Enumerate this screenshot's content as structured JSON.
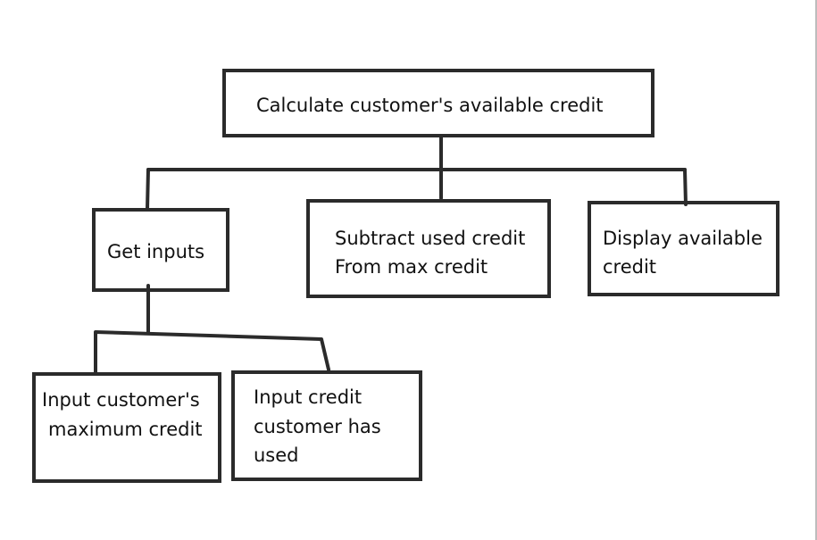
{
  "diagram": {
    "type": "hierarchy-chart",
    "nodes": {
      "root": {
        "lines": [
          "Calculate customer's available credit"
        ]
      },
      "get_inputs": {
        "lines": [
          "Get inputs"
        ]
      },
      "subtract": {
        "lines": [
          "Subtract used credit",
          "From max credit"
        ]
      },
      "display": {
        "lines": [
          "Display available",
          "credit"
        ]
      },
      "input_max": {
        "lines": [
          "Input customer's",
          "maximum credit"
        ]
      },
      "input_used": {
        "lines": [
          "Input credit",
          "customer has",
          "used"
        ]
      }
    },
    "edges": [
      {
        "from": "root",
        "to": "get_inputs"
      },
      {
        "from": "root",
        "to": "subtract"
      },
      {
        "from": "root",
        "to": "display"
      },
      {
        "from": "get_inputs",
        "to": "input_max"
      },
      {
        "from": "get_inputs",
        "to": "input_used"
      }
    ],
    "colors": {
      "stroke": "#2b2b2b",
      "text": "#111111",
      "background": "#ffffff"
    }
  }
}
